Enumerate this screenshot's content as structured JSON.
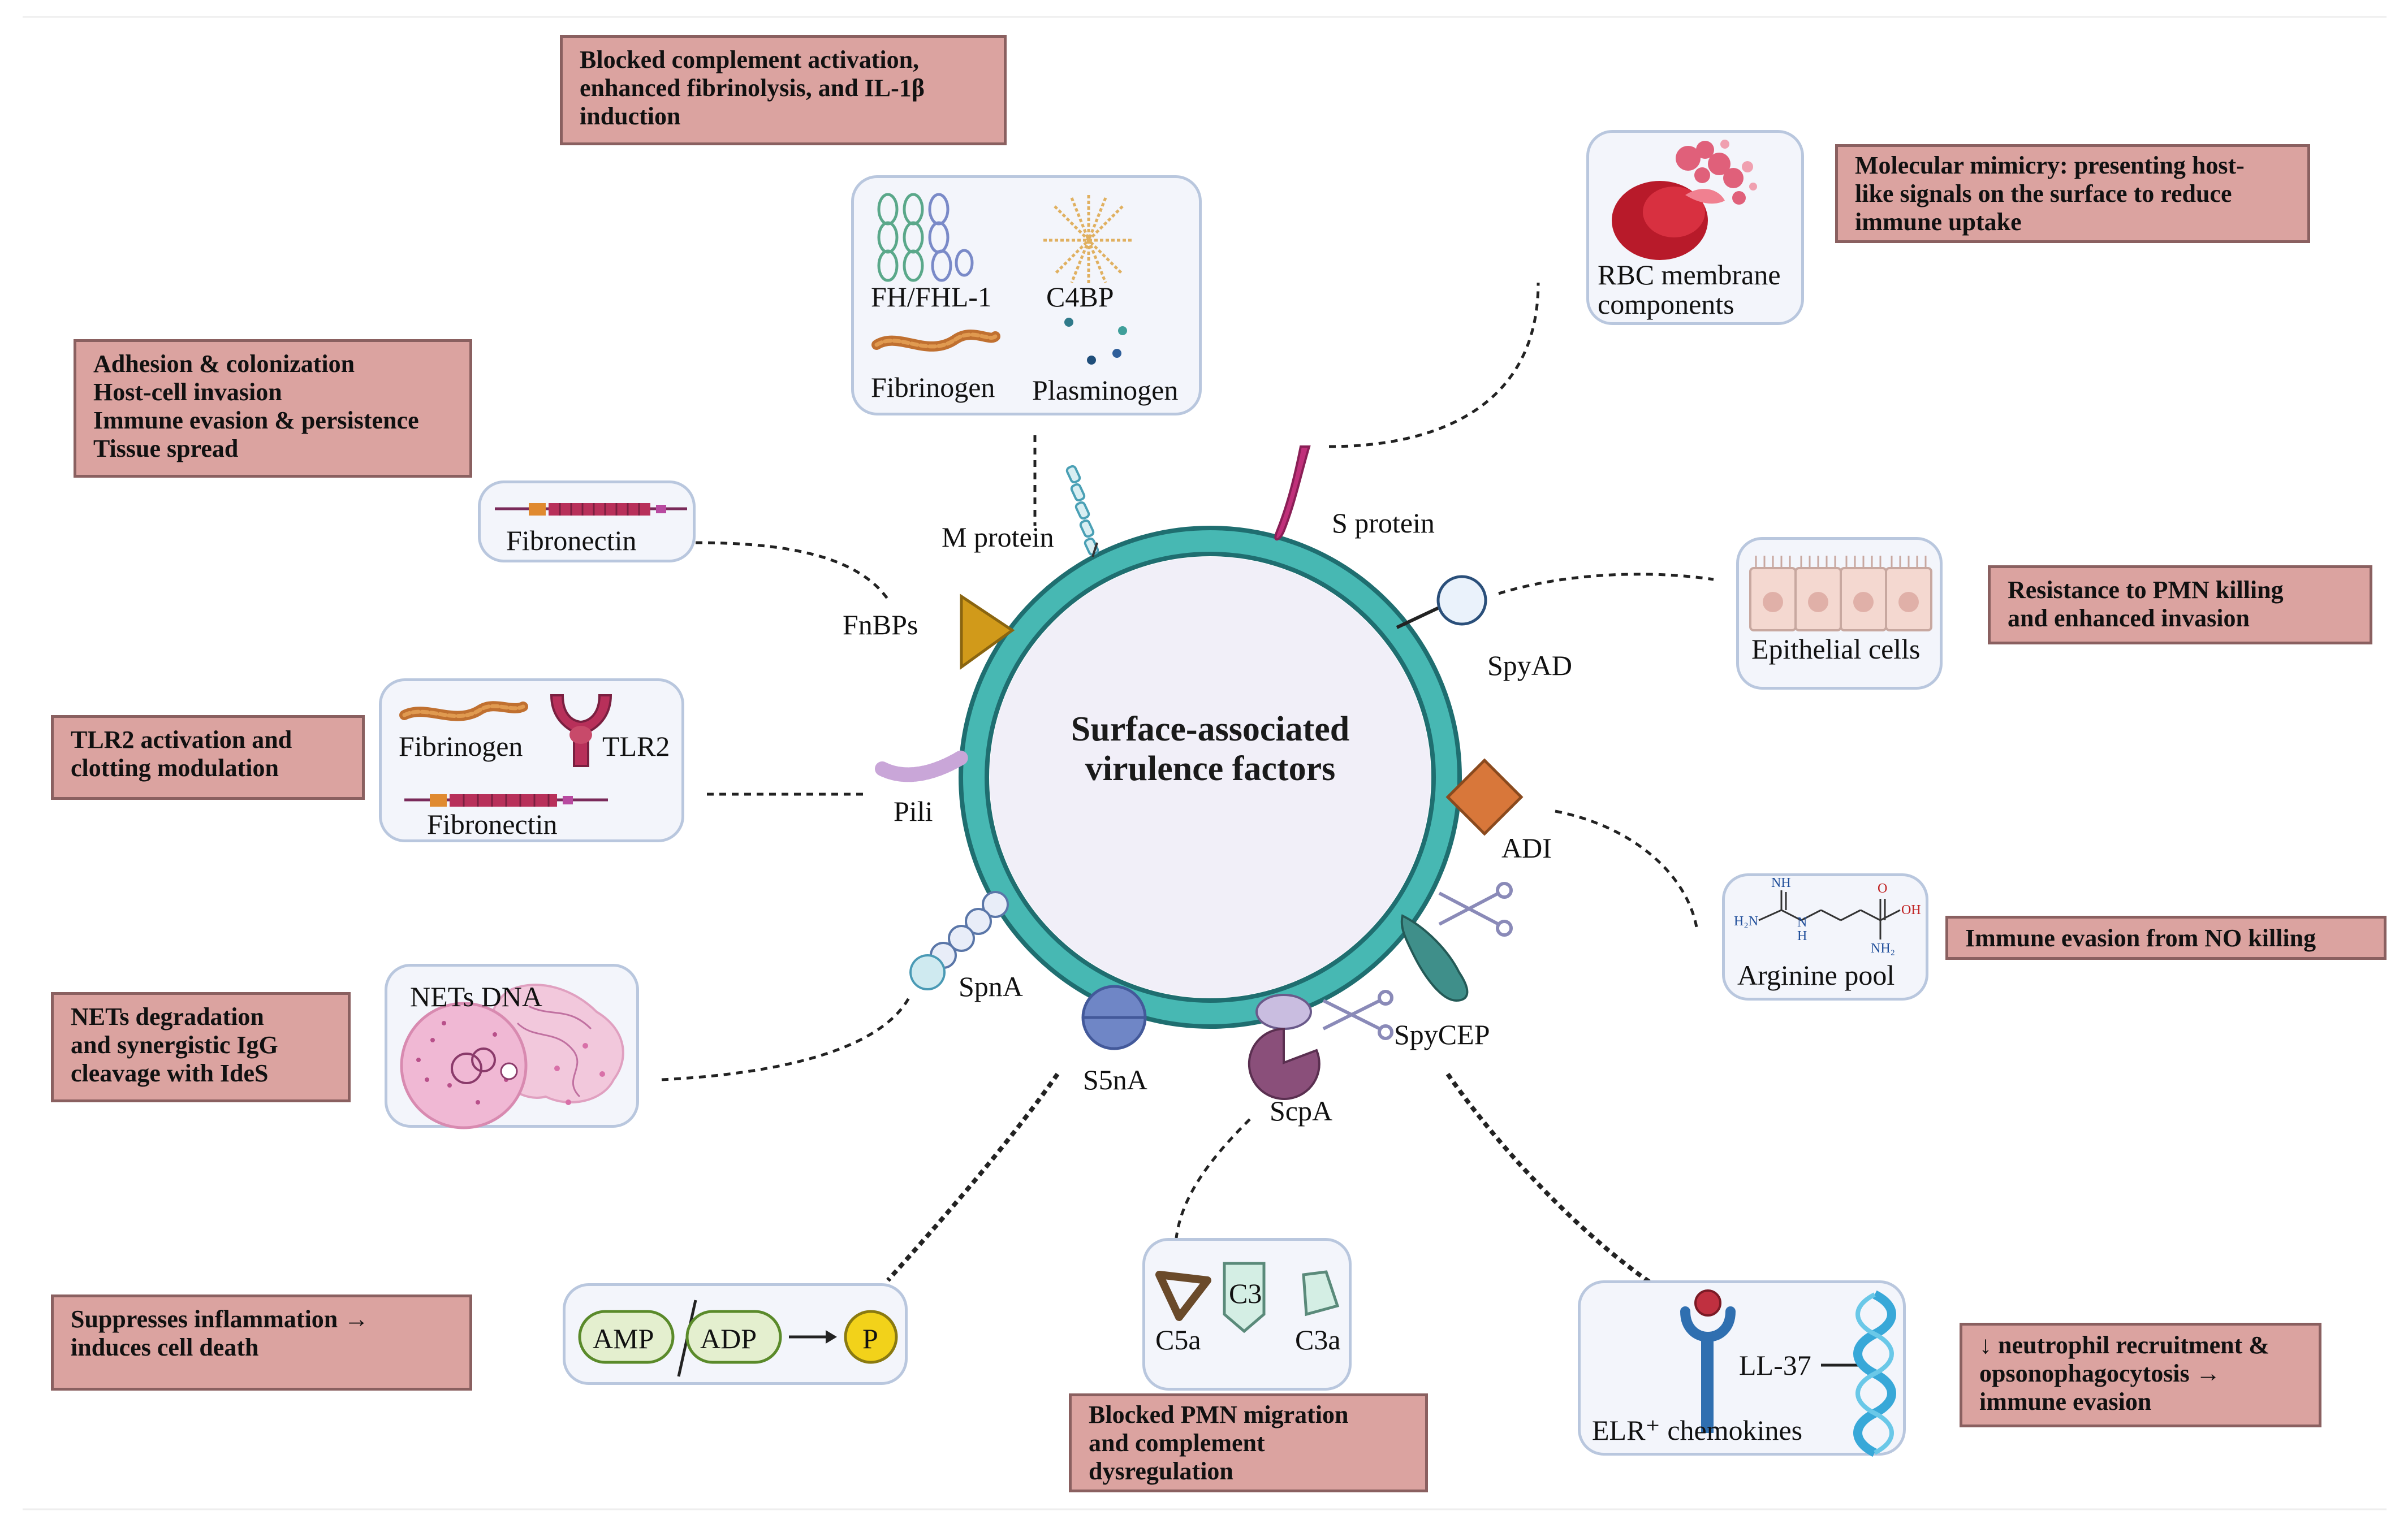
{
  "center": {
    "line1": "Surface-associated",
    "line2": "virulence factors"
  },
  "effects": {
    "complement": [
      "Blocked complement activation,",
      "enhanced fibrinolysis, and IL-1β",
      "induction"
    ],
    "adhesion": [
      "Adhesion & colonization",
      "Host-cell invasion",
      "Immune evasion & persistence",
      "Tissue spread"
    ],
    "tlr2": [
      "TLR2 activation and",
      "clotting modulation"
    ],
    "nets": [
      "NETs degradation",
      "and synergistic IgG",
      "cleavage with IdeS"
    ],
    "suppress": [
      "Suppresses inflammation →",
      "induces cell death"
    ],
    "pmn_migration": [
      "Blocked PMN migration",
      "and complement",
      "dysregulation"
    ],
    "neutrophil": [
      "↓ neutrophil recruitment &",
      "opsonophagocytosis →",
      "immune evasion"
    ],
    "mimicry": [
      "Molecular mimicry: presenting host-",
      "like signals on the surface to reduce",
      "immune uptake"
    ],
    "pmn_killing": [
      "Resistance to PMN killing",
      "and enhanced invasion"
    ],
    "no_killing": [
      "Immune evasion from NO killing"
    ]
  },
  "factors": {
    "m_protein": "M protein",
    "s_protein": "S protein",
    "fnbps": "FnBPs",
    "spyad": "SpyAD",
    "pili": "Pili",
    "adi": "ADI",
    "spna": "SpnA",
    "spycep": "SpyCEP",
    "s5na": "S5nA",
    "scpa": "ScpA"
  },
  "targets": {
    "fh": "FH/FHL-1",
    "c4bp": "C4BP",
    "fibrinogen": "Fibrinogen",
    "plasminogen": "Plasminogen",
    "fibronectin": "Fibronectin",
    "tlr2_fibrinogen": "Fibrinogen",
    "tlr2": "TLR2",
    "tlr2_fibronectin": "Fibronectin",
    "nets_dna": "NETs DNA",
    "amp": "AMP",
    "adp": "ADP",
    "p": "P",
    "c5a": "C5a",
    "c3": "C3",
    "c3a": "C3a",
    "ll37": "LL-37",
    "elr": "ELR⁺ chemokines",
    "rbc": [
      "RBC membrane",
      "components"
    ],
    "epithelial": "Epithelial cells",
    "arginine": "Arginine pool",
    "nh": "NH",
    "h2n": "H₂N",
    "n_h": "N",
    "h_sub": "H",
    "o_label": "O",
    "oh_label": "OH",
    "nh2": "NH₂"
  },
  "colors": {
    "effect_fill": "#dba3a0",
    "effect_border": "#8a6060",
    "card_fill": "#f3f5fb",
    "card_border": "#b9c7de",
    "ring_teal": "#47b8b3",
    "ring_dark": "#1f6e70",
    "cell_fill": "#f1eff8"
  }
}
